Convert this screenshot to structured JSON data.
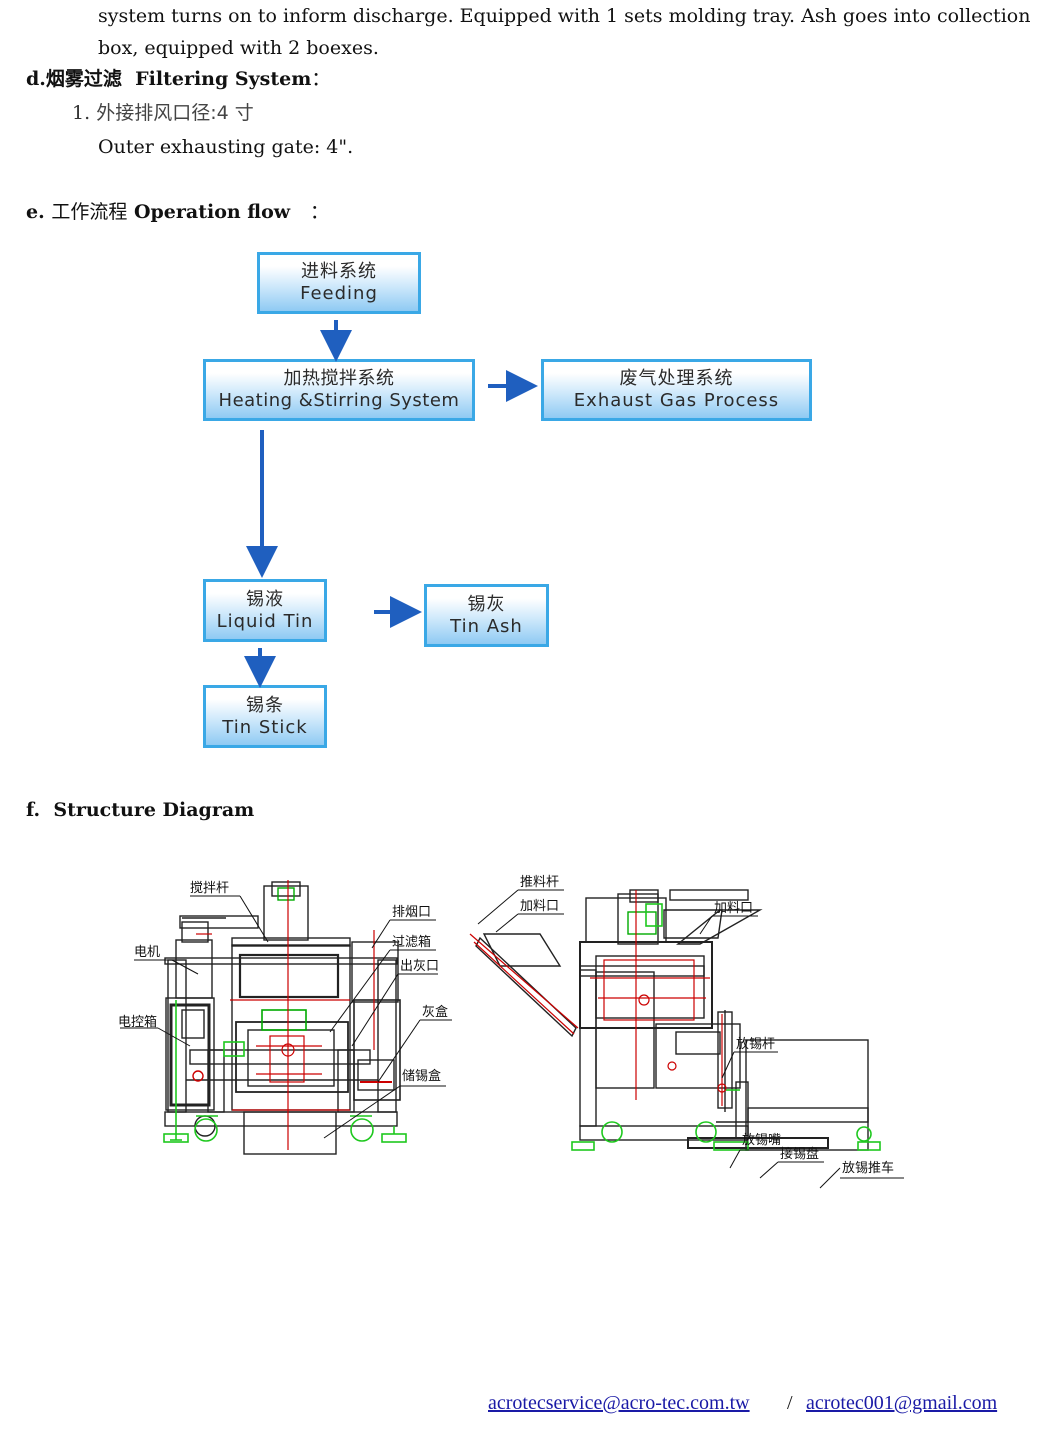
{
  "intro": {
    "line1": "system turns on to inform discharge. Equipped with 1 sets molding tray. Ash goes into collection",
    "line2": "box, equipped with 2 boexes."
  },
  "section_d": {
    "heading_prefix": "d.",
    "heading_cn": "烟雾过滤",
    "heading_en": "Filtering System",
    "heading_colon": "：",
    "item_number": "1.",
    "item_cn": "外接排风口径:4 寸",
    "item_en": "Outer exhausting gate: 4\"."
  },
  "section_e": {
    "heading_prefix": "e.",
    "heading_cn": "工作流程",
    "heading_en": "Operation flow",
    "heading_colon": "：",
    "boxes": {
      "feeding": {
        "cn": "进料系统",
        "en": "Feeding"
      },
      "heating": {
        "cn": "加热搅拌系统",
        "en": "Heating &Stirring System"
      },
      "exhaust": {
        "cn": "废气处理系统",
        "en": "Exhaust Gas Process"
      },
      "liquid": {
        "cn": "锡液",
        "en": "Liquid Tin"
      },
      "ash": {
        "cn": "锡灰",
        "en": "Tin Ash"
      },
      "stick": {
        "cn": "锡条",
        "en": "Tin Stick"
      }
    },
    "arrow_color": "#1f5fbf"
  },
  "section_f": {
    "heading_prefix": "f.",
    "heading_en": "Structure Diagram",
    "labels_left": {
      "stir_rod": "搅拌杆",
      "motor": "电机",
      "control_box": "电控箱",
      "smoke_outlet": "排烟口",
      "filter_box": "过滤箱",
      "ash_outlet": "出灰口",
      "ash_box": "灰盒",
      "tin_storage": "储锡盒"
    },
    "labels_right": {
      "push_rod": "推料杆",
      "feed_port_left": "加料口",
      "feed_port_right": "加料口",
      "tin_release_rod": "放锡杆",
      "tin_nozzle": "放锡嘴",
      "tin_tray": "接锡盘",
      "tin_cart": "放锡推车"
    }
  },
  "footer": {
    "email1": "acrotecservice@acro-tec.com.tw",
    "separator": "/",
    "email2": "acrotec001@gmail.com"
  }
}
